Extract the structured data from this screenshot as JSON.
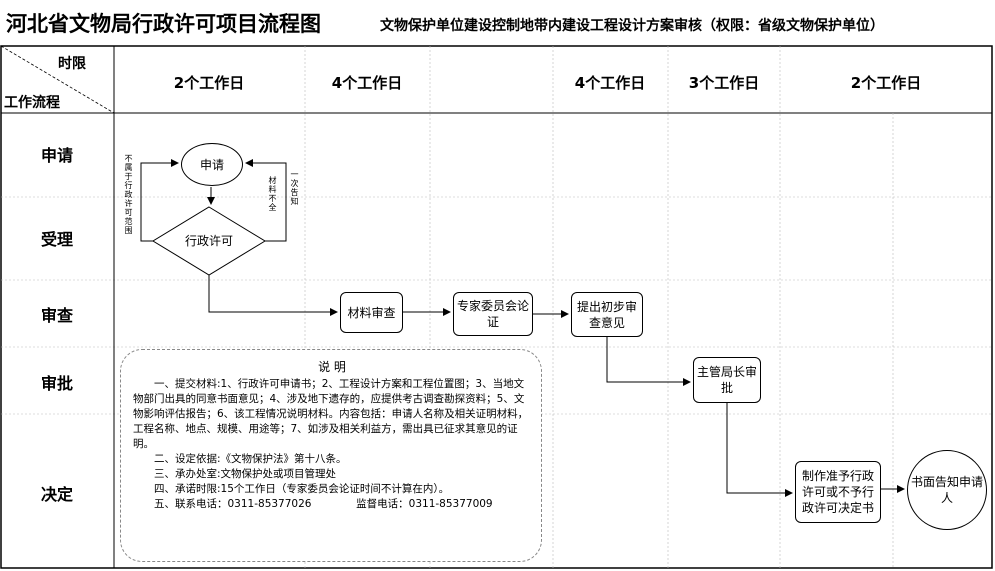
{
  "title": "河北省文物局行政许可项目流程图",
  "subtitle": "文物保护单位建设控制地带内建设工程设计方案审核（权限：省级文物保护单位）",
  "corner": {
    "top": "时限",
    "bottom": "工作流程"
  },
  "time_headers": [
    "2个工作日",
    "4个工作日",
    "4个工作日",
    "3个工作日",
    "2个工作日"
  ],
  "rows": [
    "申请",
    "受理",
    "审查",
    "审批",
    "决定"
  ],
  "nodes": {
    "apply": "申请",
    "admin_permit": "行政许可",
    "material_review": "材料审查",
    "expert": "专家委员会论证",
    "preliminary": "提出初步审查意见",
    "director": "主管局长审批",
    "decision": "制作准予行政许可或不予行政许可决定书",
    "notify": "书面告知申请人"
  },
  "loop_labels": {
    "left": "不属于行政许可范围",
    "right_a": "材料不全",
    "right_b": "一次告知"
  },
  "note": {
    "title": "说 明",
    "lines": [
      "一、提交材料:1、行政许可申请书；2、工程设计方案和工程位置图；3、当地文物部门出具的同意书面意见；4、涉及地下遗存的，应提供考古调查勘探资料；5、文物影响评估报告；6、该工程情况说明材料。内容包括：申请人名称及相关证明材料，工程名称、地点、规模、用途等；7、如涉及相关利益方，需出具已征求其意见的证明。",
      "二、设定依据:《文物保护法》第十八条。",
      "三、承办处室:文物保护处或项目管理处",
      "四、承诺时限:15个工作日（专家委员会论证时间不计算在内）。"
    ],
    "phone": "五、联系电话：0311-85377026",
    "monitor": "监督电话：0311-85377009"
  }
}
